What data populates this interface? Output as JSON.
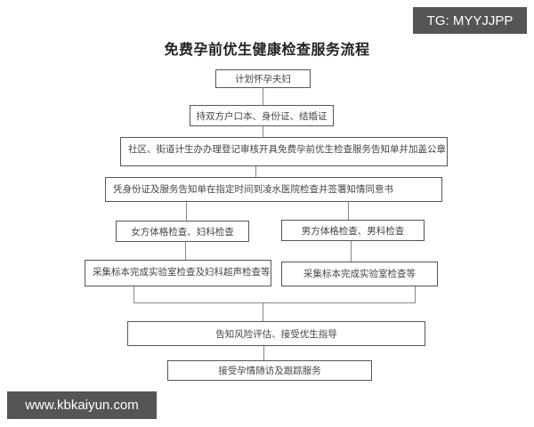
{
  "title": "免费孕前优生健康检查服务流程",
  "steps": {
    "s1": "计划怀孕夫妇",
    "s2": "持双方户口本、身份证、结婚证",
    "s3": "社区、街道计生办办理登记审核开具免费孕前优生检查服务告知单并加盖公章",
    "s4": "凭身份证及服务告知单在指定时间到凌水医院检查并签署知情同意书",
    "female_exam": "女方体格检查、妇科检查",
    "male_exam": "男方体格检查、男科检查",
    "female_lab": "采集标本完成实验室检查及妇科超声检查等",
    "male_lab": "采集标本完成实验室检查等",
    "s7": "告知风险评估、接受优生指导",
    "s8": "接受孕情随访及跟踪服务"
  },
  "watermarks": {
    "top_right": "TG: MYYJJPP",
    "bottom_left": "www.kbkaiyun.com"
  }
}
